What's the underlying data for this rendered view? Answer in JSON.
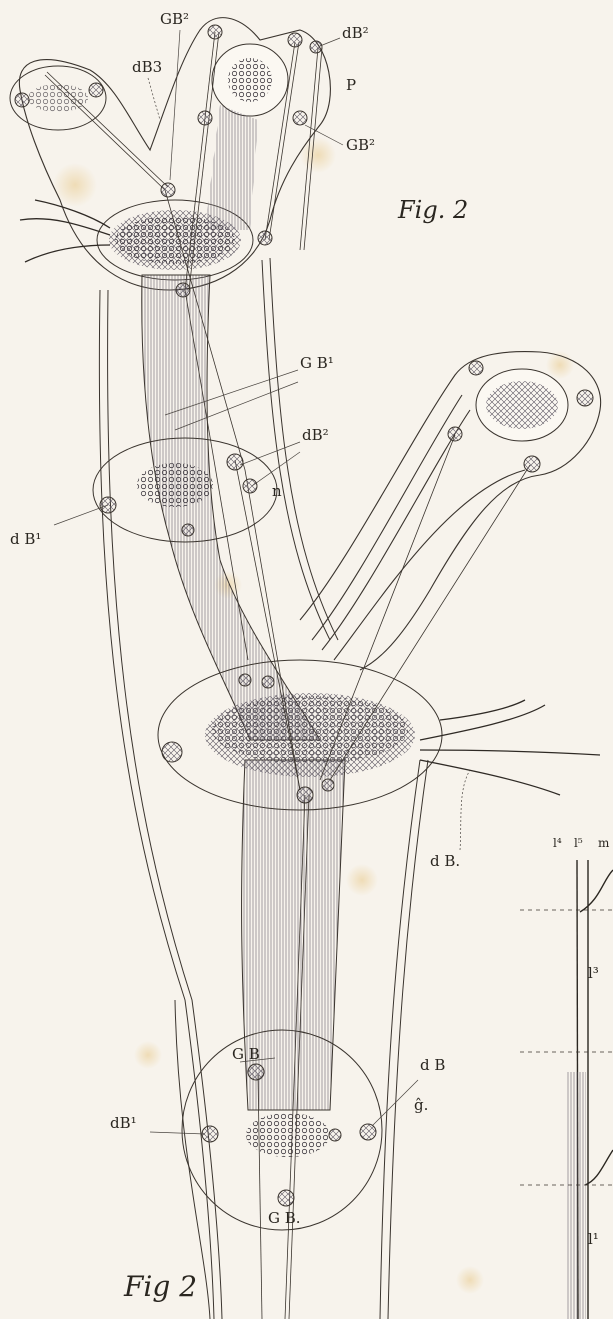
{
  "plate": {
    "figure_title_top": "Fig. 2",
    "figure_title_bottom": "Fig 2",
    "labels": {
      "gb2_top": "GB²",
      "db3": "dB3",
      "db2_top": "dB²",
      "p": "P",
      "gb2_right": "GB²",
      "gb1": "G B¹",
      "db2_mid": "dB²",
      "n": "n",
      "db1_left": "d B¹",
      "db_dot": "d B.",
      "gb_lower": "G B",
      "db_lower": "d B",
      "g_lower": "ĝ.",
      "db1_lower": "dB¹",
      "gb_bottom": "G B.",
      "side_l4": "l⁴",
      "side_l5": "l⁵",
      "side_m": "m",
      "side_l3": "l³",
      "side_l1": "l¹"
    }
  },
  "colors": {
    "paper": "#f7f3ec",
    "ink": "#2f2a25",
    "hatch": "#6a6470",
    "stain": "#e8c98a"
  }
}
